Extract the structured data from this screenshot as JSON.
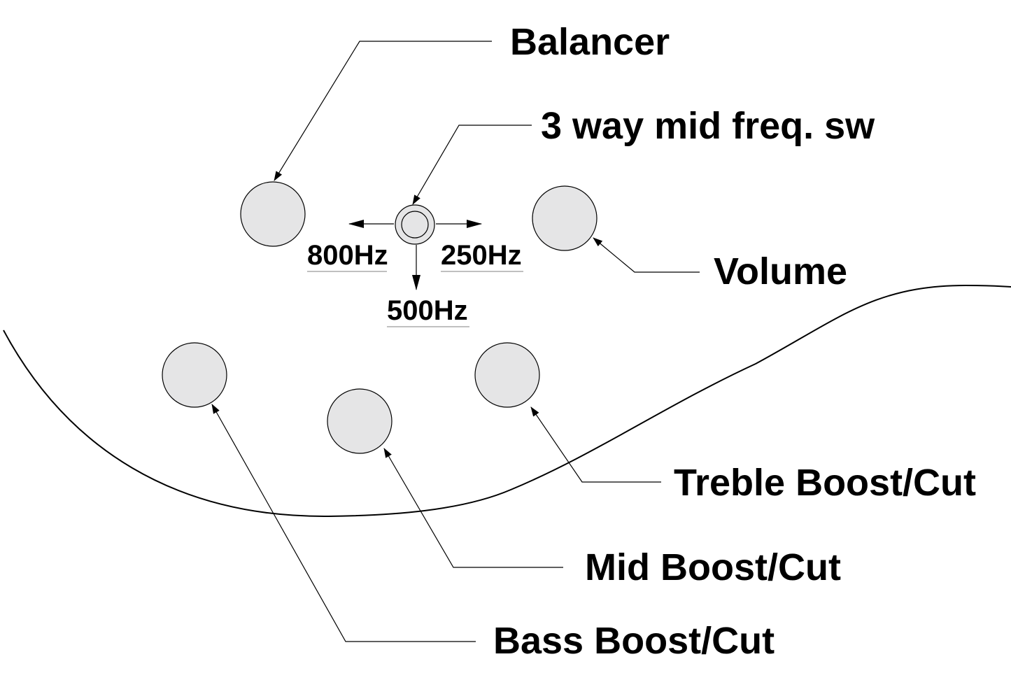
{
  "labels": {
    "balancer": "Balancer",
    "mid_freq_switch": "3 way mid freq. sw",
    "volume": "Volume",
    "treble": "Treble Boost/Cut",
    "mid": "Mid Boost/Cut",
    "bass": "Bass Boost/Cut"
  },
  "switch_positions": {
    "left": "800Hz",
    "right": "250Hz",
    "down": "500Hz"
  },
  "colors": {
    "knob_fill": "#e5e5e6",
    "line": "#000000"
  }
}
